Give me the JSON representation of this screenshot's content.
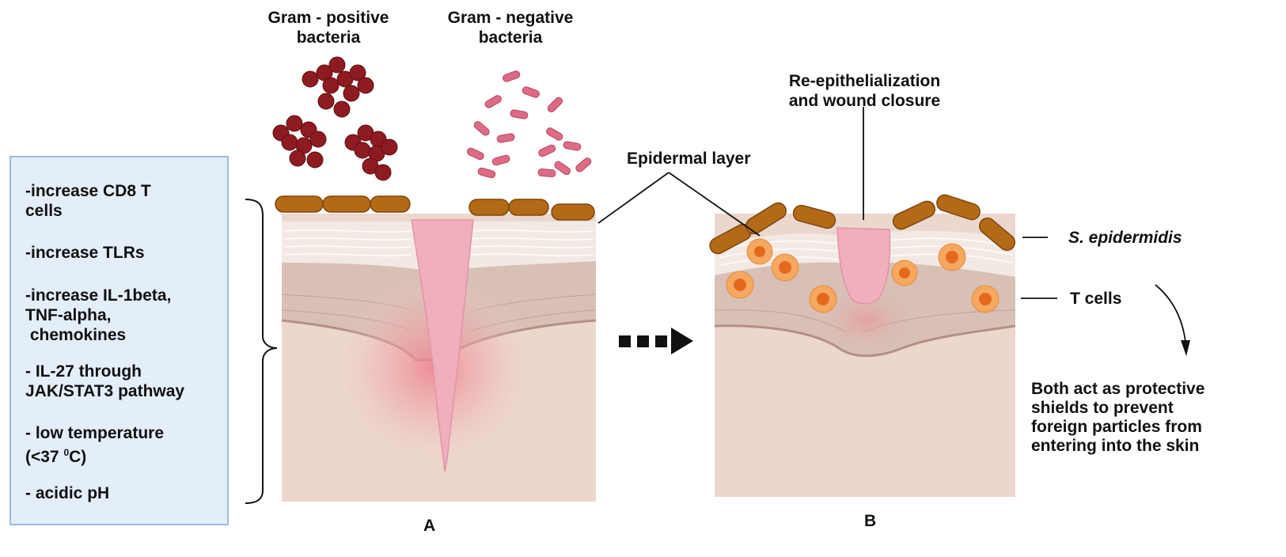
{
  "labels": {
    "gram_positive": "Gram - positive\nbacteria",
    "gram_negative": "Gram - negative\nbacteria",
    "reepithelialization": "Re-epithelialization\nand wound closure",
    "epidermal_layer": "Epidermal layer",
    "s_epidermidis": "S. epidermidis",
    "t_cells": "T cells",
    "conclusion": "Both act as protective\nshields to prevent\nforeign particles from\nentering into the skin",
    "panel_a": "A",
    "panel_b": "B"
  },
  "factors": [
    "-increase CD8 T\ncells",
    "-increase TLRs",
    "-increase IL-1beta,\nTNF-alpha,\n chemokines",
    "- IL-27 through\nJAK/STAT3 pathway",
    "- low temperature\n(<37 ",
    "- acidic pH"
  ],
  "temperature_superscript": "0",
  "temperature_unit": "C)",
  "colors": {
    "box_fill": "#e4eef9",
    "box_border": "#9bbbe0",
    "dermis": "#ecd7ce",
    "epidermis": "#d8c0b5",
    "stratum_corneum": "#f3e9e4",
    "wound": "#efafbd",
    "gram_positive": "#8e1b22",
    "gram_negative": "#dd6b85",
    "s_epidermidis": "#b36a17",
    "t_cell_outer": "#f4a860",
    "t_cell_inner": "#e5691d"
  }
}
